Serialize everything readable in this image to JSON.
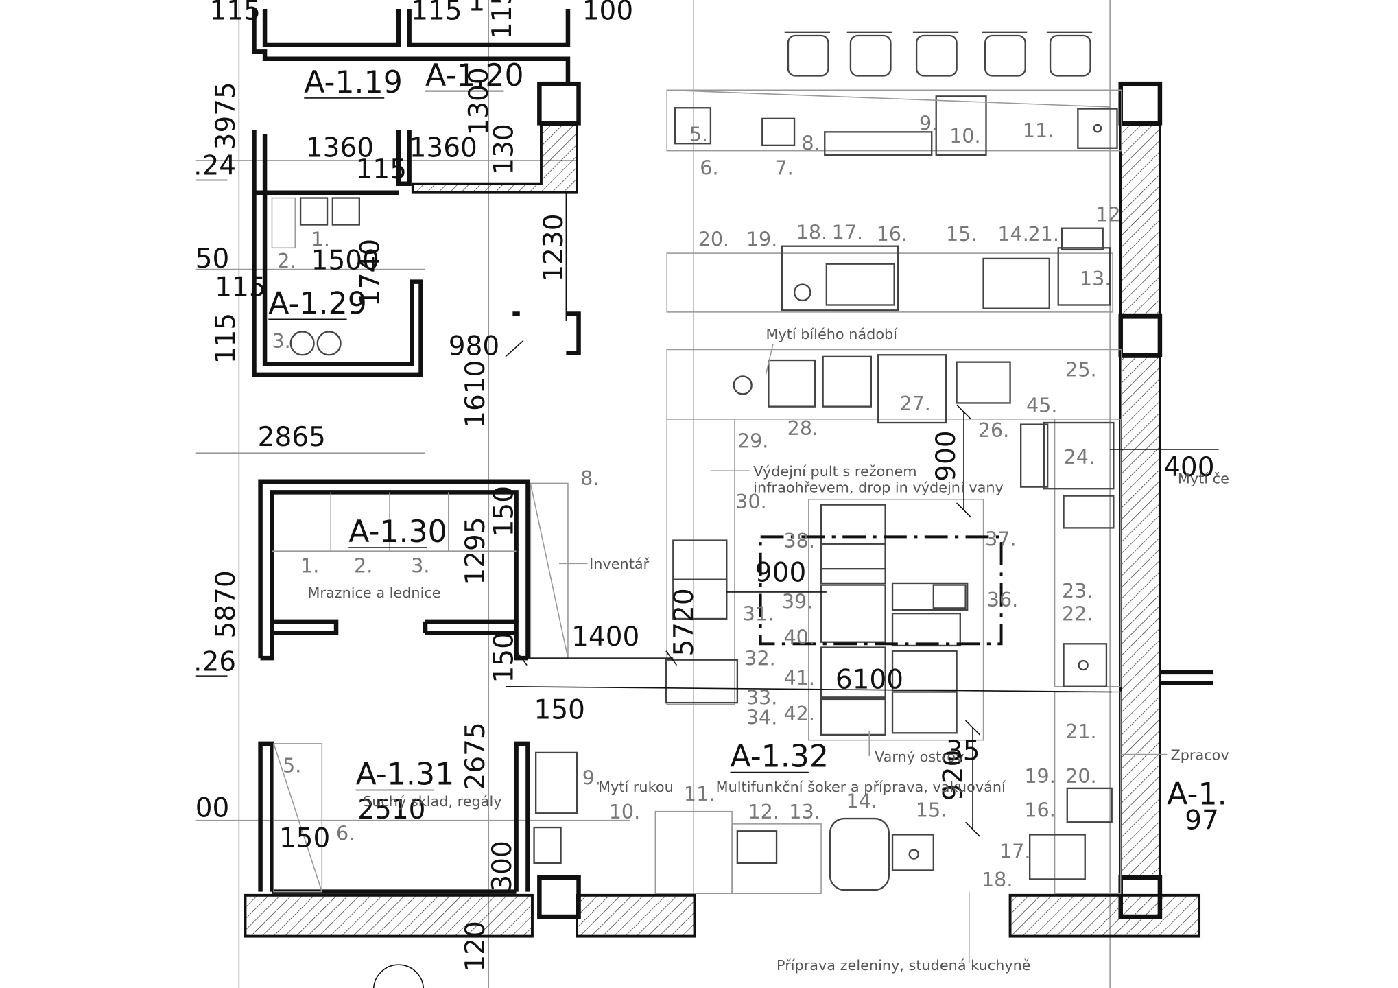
{
  "rooms": {
    "r119": "A-1.19",
    "r120": "A-1.20",
    "r129": "A-1.29",
    "r130": "A-1.30",
    "r131": "A-1.31",
    "r132": "A-1.32",
    "r1x": "A-1.",
    "r1x_num": "97"
  },
  "dimensions": {
    "d115_a": "115",
    "d115_b": "115",
    "d1_top": "1",
    "d100": "100",
    "d115_c": "115",
    "d3975": "3975",
    "d24": ".24",
    "d1360_a": "1360",
    "d1360_b": "1360",
    "d115_d": "115",
    "d130": "130",
    "d1300": "1300",
    "d1230": "1230",
    "d50": "50",
    "d1500": "1500",
    "d1740": "1740",
    "d115_e": "115",
    "d115_f": "115",
    "d980": "980",
    "d1610": "1610",
    "d2865": "2865",
    "d150_a": "150",
    "d1295": "1295",
    "d5870": "5870",
    "d26": ".26",
    "d1400": "1400",
    "d5720": "5720",
    "d150_b": "150",
    "d150_c": "150",
    "d900_a": "900",
    "d900_b": "900",
    "d6100": "6100",
    "d400": "400",
    "d2675": "2675",
    "d00": "00",
    "d2510": "2510",
    "d150_d": "150",
    "d300": "300",
    "d120": "120",
    "d35": "35",
    "d920": "920"
  },
  "items": {
    "i1_129": "1.",
    "i2_129": "2.",
    "i3_129": "3.",
    "i1_130": "1.",
    "i2_130": "2.",
    "i3_130": "3.",
    "i5_131": "5.",
    "i6_131": "6.",
    "k5": "5.",
    "k6": "6.",
    "k7": "7.",
    "k8": "8.",
    "k9": "9.",
    "k10": "10.",
    "k11": "11.",
    "k12": "12",
    "k13": "13.",
    "k14": "14.",
    "k21a": "21.",
    "k15": "15.",
    "k16": "16.",
    "k17": "17.",
    "k18": "18.",
    "k19": "19.",
    "k20": "20.",
    "k25": "25.",
    "k45": "45.",
    "k27": "27.",
    "k28": "28.",
    "k26": "26.",
    "k29": "29.",
    "k24": "24.",
    "k8b": "8.",
    "k30": "30.",
    "k37": "37.",
    "k38": "38.",
    "k36": "36.",
    "k39": "39.",
    "k31": "31.",
    "k40": "40.",
    "k32": "32.",
    "k41": "41.",
    "k33": "33.",
    "k34": "34.",
    "k42": "42.",
    "k23": "23.",
    "k22": "22.",
    "k21b": "21.",
    "k20b": "20.",
    "k19b": "19.",
    "k16b": "16.",
    "k17b": "17.",
    "k18b": "18.",
    "k9b": "9.",
    "k10b": "10.",
    "k11b": "11.",
    "k12b": "12.",
    "k13b": "13.",
    "k14b": "14.",
    "k15b": "15."
  },
  "notes": {
    "myti_bileho": "Mytí bílého nádobí",
    "vydejni_1": "Výdejní pult s režonem",
    "vydejni_2": "infraohřevem, drop in výdejní vany",
    "inventar": "Inventář",
    "mraznice": "Mraznice a lednice",
    "suchy_sklad": "Suchý sklad, regály",
    "myti_rukou": "Mytí rukou",
    "multifunkcni": "Multifunkční šoker a příprava, vakuování",
    "varny_ostrov": "Varný ostrov",
    "zpracov": "Zpracov",
    "myti_ce": "Mytí če",
    "priprava": "Příprava zeleniny, studená kuchyně"
  }
}
